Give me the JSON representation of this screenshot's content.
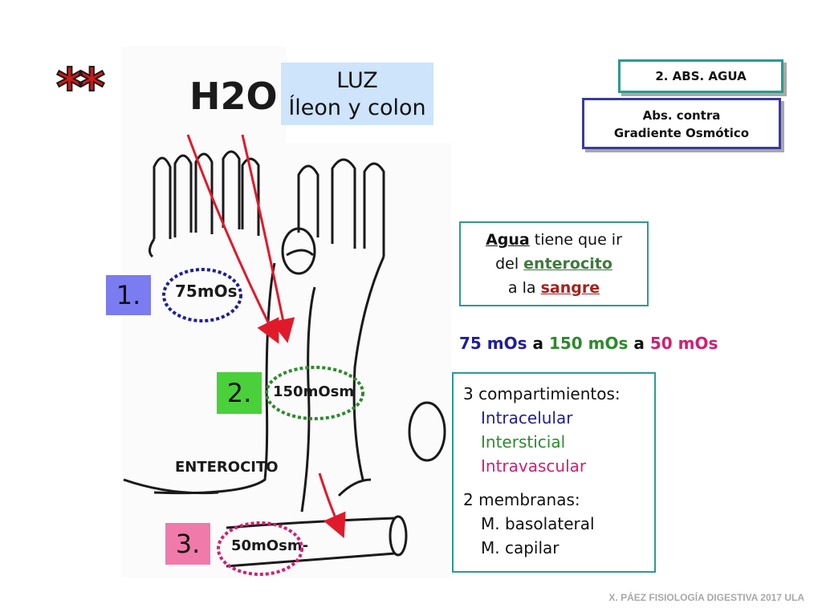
{
  "slide": {
    "stars": "**",
    "luz": {
      "line1": "LUZ",
      "line2": "Íleon y colon"
    },
    "tag_abs_agua": "2. ABS. AGUA",
    "tag_gradiente": {
      "line1": "Abs. contra",
      "line2": "Gradiente Osmótico"
    },
    "agua": {
      "w1": "Agua",
      "w2": " tiene que ir",
      "w3": "del ",
      "w4": "enterocito",
      "w5": "a la ",
      "w6": "sangre"
    },
    "mos": {
      "a": "75 mOs",
      "sep1": " a ",
      "b": "150 mOs",
      "sep2": " a ",
      "c": "50 mOs"
    },
    "compartments": {
      "title": "3 compartimientos:",
      "items": [
        "Intracelular",
        "Intersticial",
        "Intravascular"
      ]
    },
    "membranes": {
      "title": "2 membranas:",
      "items": [
        "M. basolateral",
        "M. capilar"
      ]
    },
    "numbers": [
      "1.",
      "2.",
      "3."
    ],
    "footer": "X. PÁEZ   FISIOLOGÍA DIGESTIVA 2017 ULA"
  },
  "drawing": {
    "h2o": "H2O",
    "label_75": "75mOs",
    "label_150": "150mOsm",
    "label_50": "50mOsm-",
    "enterocito": "ENTEROCITO"
  },
  "colors": {
    "arrow": "#e01a2a",
    "circle1": "#1e1e9a",
    "circle2": "#2c8a2c",
    "circle3": "#d02070",
    "box_teal": "#2d9a8e",
    "box_navy": "#3a3aa0"
  }
}
